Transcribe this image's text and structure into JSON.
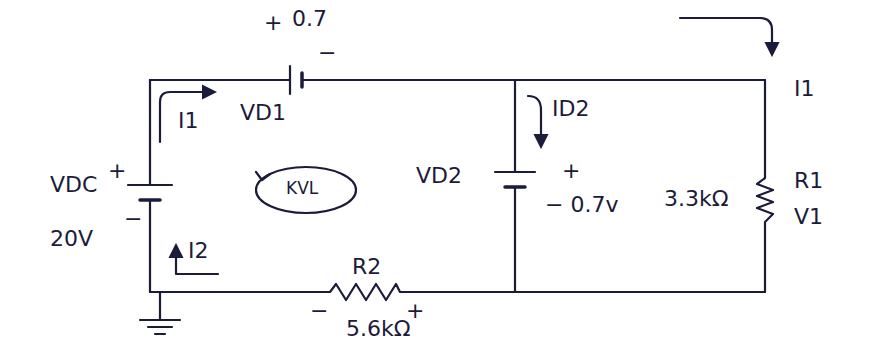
{
  "diagram": {
    "labels": [
      "+",
      "0.7",
      "−",
      "I1",
      "VD1",
      "KVL",
      "VDC",
      "+",
      "20V",
      "−",
      "I2",
      "VD2",
      "+",
      "− 0.7v",
      "ID2",
      "I1",
      "3.3kΩ",
      "R1",
      "V1",
      "R2",
      "−",
      "+",
      "5.6kΩ"
    ]
  }
}
